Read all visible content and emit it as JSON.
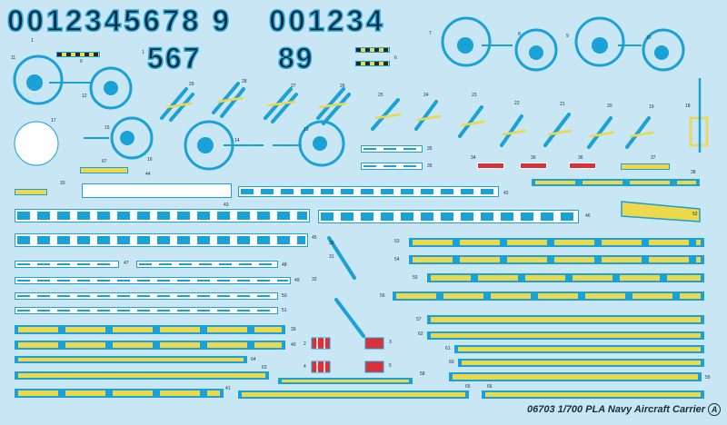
{
  "sheet": {
    "title": "06703 1/700 PLA Navy Aircraft Carrier",
    "sheet_letter": "A",
    "colors": {
      "background": "#c8e6f3",
      "blue": "#1aa1d8",
      "yellow": "#ecd84a",
      "red": "#d9303a",
      "dark": "#0b2a3a"
    }
  },
  "numbers": {
    "row1_left": "0012345678 9",
    "row1_right": "001234",
    "row2_a": "567",
    "row2_b": "89"
  },
  "labels": [
    "1",
    "1",
    "2",
    "3",
    "4",
    "5",
    "6",
    "6",
    "7",
    "8",
    "9",
    "10",
    "11",
    "12",
    "13",
    "14",
    "15",
    "16",
    "17",
    "18",
    "19",
    "20",
    "21",
    "22",
    "23",
    "24",
    "25",
    "26",
    "27",
    "28",
    "29",
    "30",
    "31",
    "32",
    "33",
    "34",
    "35",
    "35",
    "36",
    "36",
    "37",
    "38",
    "39",
    "40",
    "41",
    "42",
    "43",
    "44",
    "45",
    "46",
    "47",
    "48",
    "49",
    "50",
    "51",
    "52",
    "53",
    "54",
    "55",
    "56",
    "57",
    "58",
    "59",
    "60",
    "61",
    "62",
    "63",
    "64",
    "65",
    "66",
    "67"
  ]
}
